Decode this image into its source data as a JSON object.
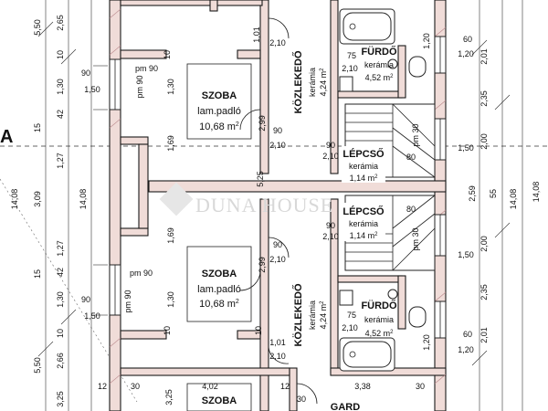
{
  "rooms": {
    "szoba_top": {
      "name": "SZOBA",
      "floor": "lam.padló",
      "area": "10,68 m",
      "sup": "2"
    },
    "szoba_mid": {
      "name": "SZOBA",
      "floor": "lam.padló",
      "area": "10,68 m",
      "sup": "2"
    },
    "szoba_bottom": {
      "name": "SZOBA"
    },
    "kozlekedo_top": {
      "name": "KÖZLEKEDŐ",
      "floor": "kerámia",
      "area": "4,24 m",
      "sup": "2"
    },
    "kozlekedo_bottom": {
      "name": "KÖZLEKEDŐ",
      "floor": "kerámia",
      "area": "4,24 m",
      "sup": "2"
    },
    "furdo_top": {
      "name": "FÜRDŐ",
      "floor": "kerámia",
      "area": "4,52 m",
      "sup": "2"
    },
    "furdo_bottom": {
      "name": "FÜRDŐ",
      "floor": "kerámia",
      "area": "4,52 m",
      "sup": "2"
    },
    "lepcso_top": {
      "name": "LÉPCSŐ",
      "floor": "kerámia",
      "area": "1,14 m",
      "sup": "2"
    },
    "lepcso_bottom": {
      "name": "LÉPCSŐ",
      "floor": "kerámia",
      "area": "1,14 m",
      "sup": "2"
    },
    "gard": {
      "name": "GARD"
    }
  },
  "section_letter": "A",
  "watermark": "DUNA HOUSE",
  "dims_left_outer": [
    "5,50",
    "3,09",
    "5,50"
  ],
  "dims_left_inner": [
    "2,65",
    "1,30",
    "1,27",
    "1,27",
    "1,30",
    "2,66"
  ],
  "dims_left_small": [
    "10",
    "42",
    "42",
    "10",
    "15",
    "15"
  ],
  "dims_left_openings": [
    "90",
    "1,50",
    "90",
    "1,50",
    "3,25"
  ],
  "dims_left_misc": [
    "1,50",
    "1,50"
  ],
  "dims_center": [
    "1,69",
    "1,69",
    "5,25"
  ],
  "pm_labels": [
    "pm 90",
    "pm 90",
    "pm 90",
    "pm 90"
  ],
  "door_labels": [
    "1,01",
    "2,10",
    "90",
    "2,10",
    "90",
    "2,10",
    "90",
    "2,10",
    "90",
    "2,10",
    "1,01",
    "2,10"
  ],
  "dims_2_99": [
    "2,99",
    "2,99"
  ],
  "dims_right_outer": [
    "14,08",
    "2,01",
    "2,35",
    "2,00",
    "2,59",
    "2,00",
    "2,35",
    "2,01"
  ],
  "dims_right_small": [
    "60",
    "1,20",
    "1,50",
    "55",
    "1,50",
    "60",
    "1,20"
  ],
  "dims_left_14": "14,08",
  "furdo_dims": [
    "75",
    "2,10",
    "75",
    "2,10",
    "1,20",
    "1,20",
    "90",
    "2,10"
  ],
  "bottom_dims": [
    "4,02",
    "3,38",
    "12",
    "30",
    "12",
    "30",
    "30",
    "10",
    "10",
    "10"
  ],
  "misc_small": [
    "10",
    "10",
    "10",
    "15",
    "15",
    "10",
    "10"
  ],
  "lepcso_pm": [
    "pm 30",
    "pm 30"
  ],
  "lepcso_80": [
    "80",
    "80"
  ],
  "colors": {
    "wall_fill": "#f0dcd8",
    "line": "#1a1a1a"
  }
}
